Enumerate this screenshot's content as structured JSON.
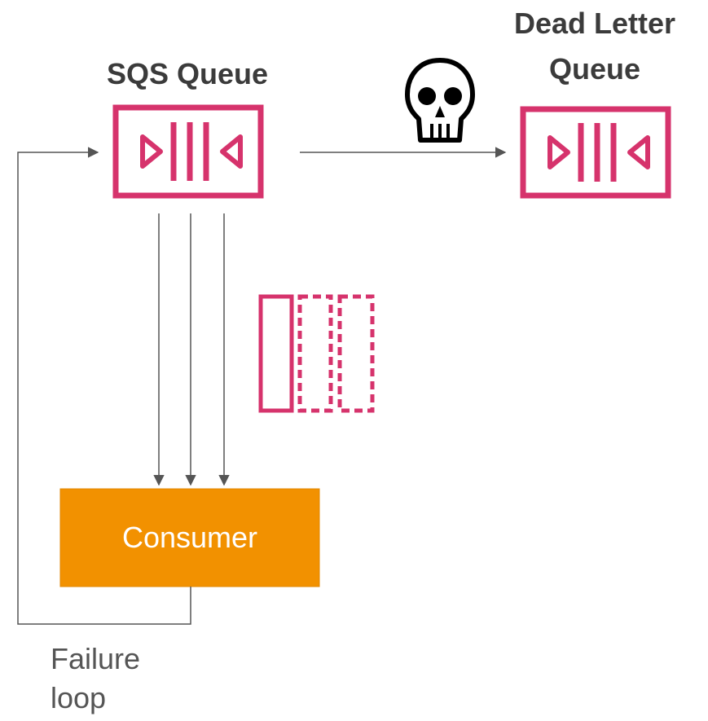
{
  "labels": {
    "sqs_queue": "SQS Queue",
    "dead_letter_queue_line1": "Dead Letter",
    "dead_letter_queue_line2": "Queue",
    "consumer": "Consumer",
    "failure_loop_line1": "Failure",
    "failure_loop_line2": "loop"
  },
  "colors": {
    "queue_accent": "#d6336c",
    "consumer_fill": "#f29100",
    "arrow": "#555555",
    "skull": "#000000"
  },
  "icons": {
    "queue": "sqs-queue-icon",
    "dead_letter": "skull-icon",
    "messages": "message-stack-icon"
  }
}
